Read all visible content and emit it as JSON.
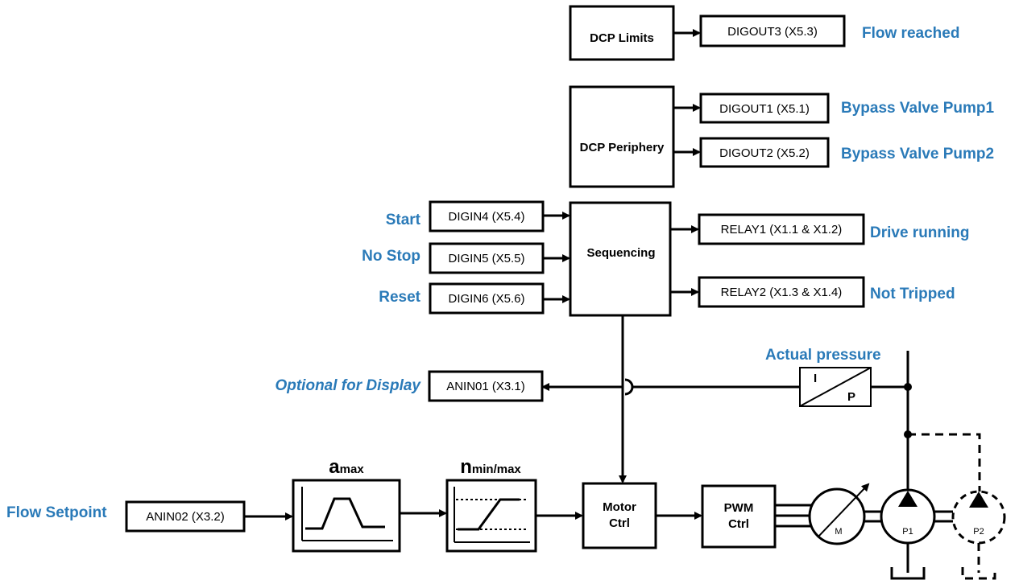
{
  "colors": {
    "label_blue": "#2a7ab8",
    "line": "#000000"
  },
  "blocks": {
    "dcp_limits": "DCP Limits",
    "dcp_periphery": "DCP Periphery",
    "sequencing": "Sequencing",
    "motor_ctrl": [
      "Motor",
      "Ctrl"
    ],
    "pwm_ctrl": [
      "PWM",
      "Ctrl"
    ],
    "amax": {
      "main": "a",
      "sub": "max"
    },
    "nminmax": {
      "main": "n",
      "sub": "min/max"
    },
    "transducer": {
      "in": "I",
      "out": "P"
    },
    "motor": "M",
    "pump1": "P1",
    "pump2": "P2"
  },
  "io": {
    "digout3": "DIGOUT3 (X5.3)",
    "digout1": "DIGOUT1 (X5.1)",
    "digout2": "DIGOUT2 (X5.2)",
    "digin4": "DIGIN4 (X5.4)",
    "digin5": "DIGIN5 (X5.5)",
    "digin6": "DIGIN6 (X5.6)",
    "relay1": "RELAY1 (X1.1 & X1.2)",
    "relay2": "RELAY2 (X1.3 & X1.4)",
    "anin01": "ANIN01 (X3.1)",
    "anin02": "ANIN02 (X3.2)"
  },
  "labels": {
    "flow_reached": "Flow reached",
    "bypass1": "Bypass Valve Pump1",
    "bypass2": "Bypass Valve Pump2",
    "start": "Start",
    "no_stop": "No Stop",
    "reset": "Reset",
    "drive_running": "Drive running",
    "not_tripped": "Not Tripped",
    "optional_display": "Optional for Display",
    "actual_pressure": "Actual pressure",
    "flow_setpoint": "Flow Setpoint"
  }
}
